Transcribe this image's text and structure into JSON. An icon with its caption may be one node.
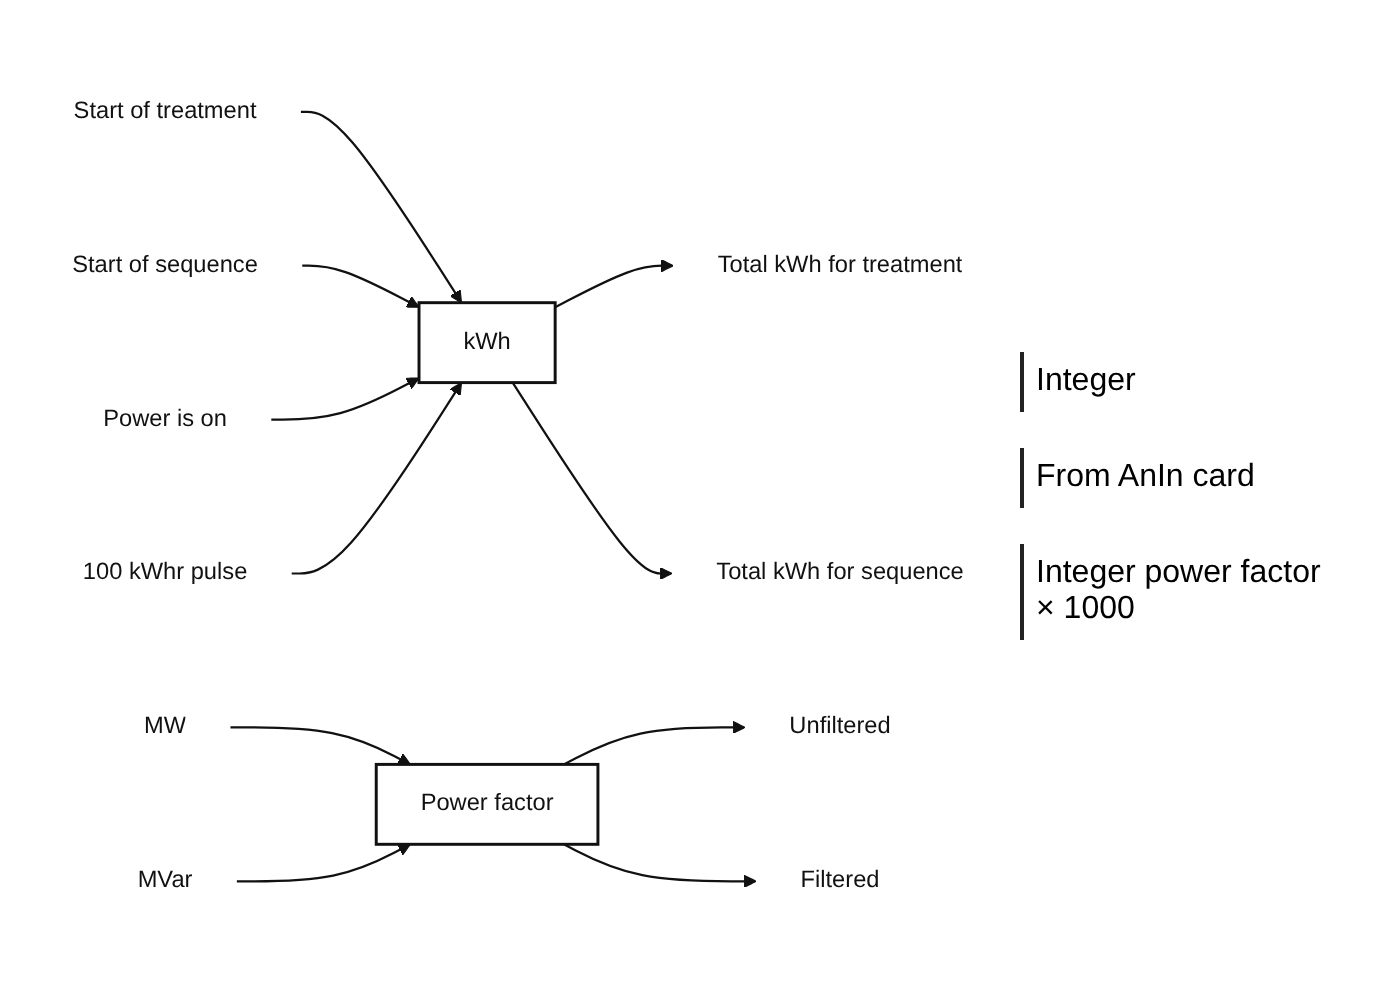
{
  "diagram": {
    "nodes": [
      {
        "text": [
          "Start of treatment"
        ]
      },
      {
        "text": [
          "Start of sequence"
        ]
      },
      {
        "text": [
          "Power is on"
        ]
      },
      {
        "text": [
          "100 kWhr pulse"
        ]
      },
      {
        "text": [
          "kWh"
        ]
      },
      {
        "text": [
          "Total kWh for treatment"
        ]
      },
      {
        "text": [
          "Total kWh for sequence"
        ]
      },
      {
        "text": [
          "MW"
        ]
      },
      {
        "text": [
          "MVar"
        ]
      },
      {
        "text": [
          "Power factor"
        ]
      },
      {
        "text": [
          "Unfiltered"
        ]
      },
      {
        "text": [
          "Filtered"
        ]
      }
    ],
    "edges": [
      {
        "from": 0,
        "to": 4,
        "arrow": "to"
      },
      {
        "from": 1,
        "to": 4,
        "arrow": "to"
      },
      {
        "from": 2,
        "to": 4,
        "arrow": "to"
      },
      {
        "from": 3,
        "to": 4,
        "arrow": "to"
      },
      {
        "from": 4,
        "to": 5,
        "arrow": "to"
      },
      {
        "from": 4,
        "to": 6,
        "arrow": "to"
      },
      {
        "from": 7,
        "to": 9,
        "arrow": "to"
      },
      {
        "from": 8,
        "to": 9,
        "arrow": "to"
      },
      {
        "from": 9,
        "to": 10,
        "arrow": "to"
      },
      {
        "from": 9,
        "to": 11,
        "arrow": "to"
      }
    ],
    "labels": [
      "Integer",
      "From AnIn card",
      "Integer power factor × 1000"
    ]
  }
}
